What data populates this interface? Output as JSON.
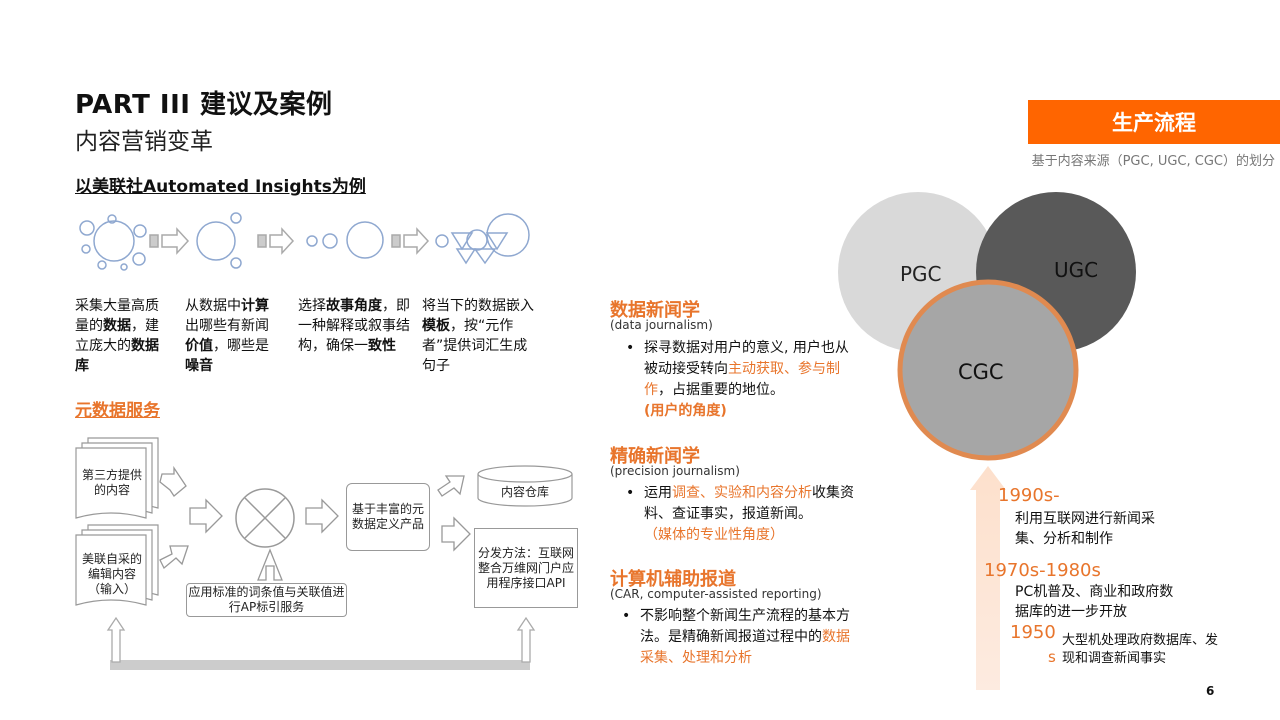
{
  "header": {
    "title": "PART III 建议及案例",
    "subtitle": "内容营销变革"
  },
  "case": {
    "heading": "以美联社Automated Insights为例",
    "steps": [
      {
        "p1": "采集大量高质量的",
        "b1": "数据",
        "p2": "，建立庞大的",
        "b2": "数据库",
        "p3": ""
      },
      {
        "p1": "从数据中",
        "b1": "计算",
        "p2": "出哪些有新闻",
        "b2": "价值",
        "p3": "，哪些是",
        "b3": "噪音"
      },
      {
        "p1": "选择",
        "b1": "故事角度",
        "p2": "，即一种解释或叙事结构，确保一",
        "b2": "致性",
        "p3": ""
      },
      {
        "p1": "将当下的数据嵌入",
        "b1": "模板",
        "p2": "，按“元作者”提供词汇生成句子",
        "b2": "",
        "p3": ""
      }
    ]
  },
  "metadata": {
    "heading": "元数据服务",
    "doc_third_party": "第三方提供的内容",
    "doc_ap": "美联自采的编辑内容（输入）",
    "tagging": "应用标准的词条值与关联值进行AP标引服务",
    "product": "基于丰富的元数据定义产品",
    "repository": "内容仓库",
    "distribution": "分发方法：互联网整合万维网门户应用程序接口API"
  },
  "sections": {
    "data_journalism": {
      "title": "数据新闻学",
      "en": "(data  journalism)",
      "t1": "探寻数据对用户的意义, 用户也从被动接受转向",
      "t2": "主动获取、参与制作",
      "t3": "，占据重要的地位。",
      "t4": "(用户的角度)"
    },
    "precision_journalism": {
      "title": "精确新闻学",
      "en": "(precision  journalism)",
      "t1": "运用",
      "t2": "调查、实验和内容分析",
      "t3": "收集资料、查证事实，报道新闻。",
      "t4": "（媒体的专业性角度）"
    },
    "car": {
      "title": "计算机辅助报道",
      "en": "(CAR, computer-assisted  reporting)",
      "t1": "不影响整个新闻生产流程的基本方法。是精确新闻报道过程中的",
      "t2": "数据采集、处理和分析"
    }
  },
  "production": {
    "banner": "生产流程",
    "subtitle": "基于内容来源（PGC, UGC, CGC）的划分",
    "circles": {
      "pgc": "PGC",
      "ugc": "UGC",
      "cgc": "CGC"
    },
    "eras": [
      {
        "year": "1990s-",
        "desc": "利用互联网进行新闻采集、分析和制作"
      },
      {
        "year": "1970s-1980s",
        "desc": "PC机普及、商业和政府数据库的进一步开放"
      },
      {
        "year": "1950",
        "year2": "s",
        "desc": "大型机处理政府数据库、发现和调查新闻事实"
      }
    ]
  },
  "colors": {
    "accent": "#e8752c",
    "banner": "#ff6500",
    "pgc": "#d9d9d9",
    "ugc": "#595959",
    "cgc": "#a6a6a6"
  },
  "page_number": "6"
}
